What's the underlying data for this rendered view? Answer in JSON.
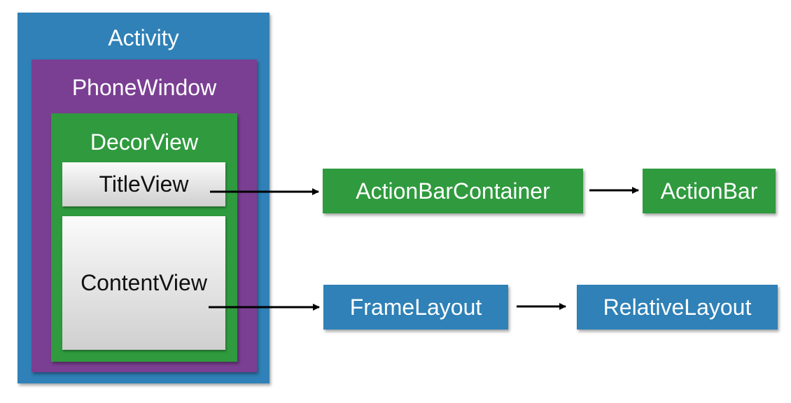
{
  "colors": {
    "blue": "#2f81b7",
    "purple": "#7a3f92",
    "green": "#2f9a3e"
  },
  "nested": {
    "activity": "Activity",
    "phone_window": "PhoneWindow",
    "decor_view": "DecorView",
    "title_view": "TitleView",
    "content_view": "ContentView"
  },
  "title_chain": [
    "ActionBarContainer",
    "ActionBar"
  ],
  "content_chain": [
    "FrameLayout",
    "RelativeLayout"
  ]
}
